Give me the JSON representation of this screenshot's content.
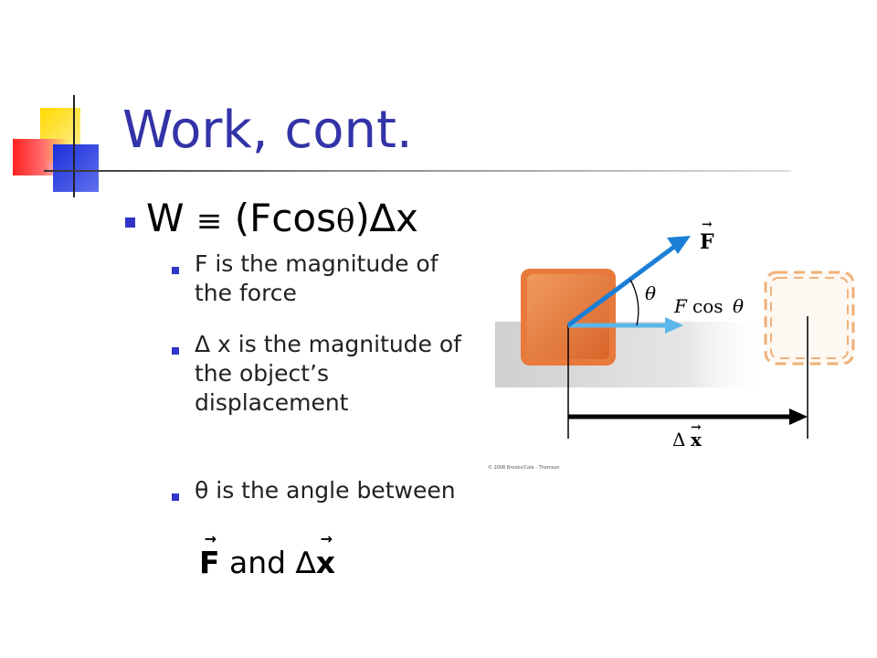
{
  "slide": {
    "title": "Work, cont.",
    "formula": {
      "lhs": "W",
      "equiv": "≡",
      "rhs_open": "(F",
      "cos": "cos",
      "theta": "θ",
      "rhs_close": ")",
      "delta": "∆",
      "x": "x"
    },
    "sub_bullets": [
      "F is the magnitude of the force",
      "Δ x is the magnitude of the object’s displacement",
      "θ is the angle between"
    ],
    "last_line": {
      "f_vec": "F",
      "and": "and",
      "delta": "∆",
      "x_vec": "x",
      "arrow": "→"
    }
  },
  "diagram": {
    "force_label": "F",
    "vector_arrow": "→",
    "theta_label": "θ",
    "fcos_f": "F",
    "fcos_text": "cos",
    "fcos_theta": "θ",
    "displacement_delta": "Δ",
    "displacement_x": "x",
    "copyright": "© 2006 Brooks/Cole - Thomson"
  }
}
